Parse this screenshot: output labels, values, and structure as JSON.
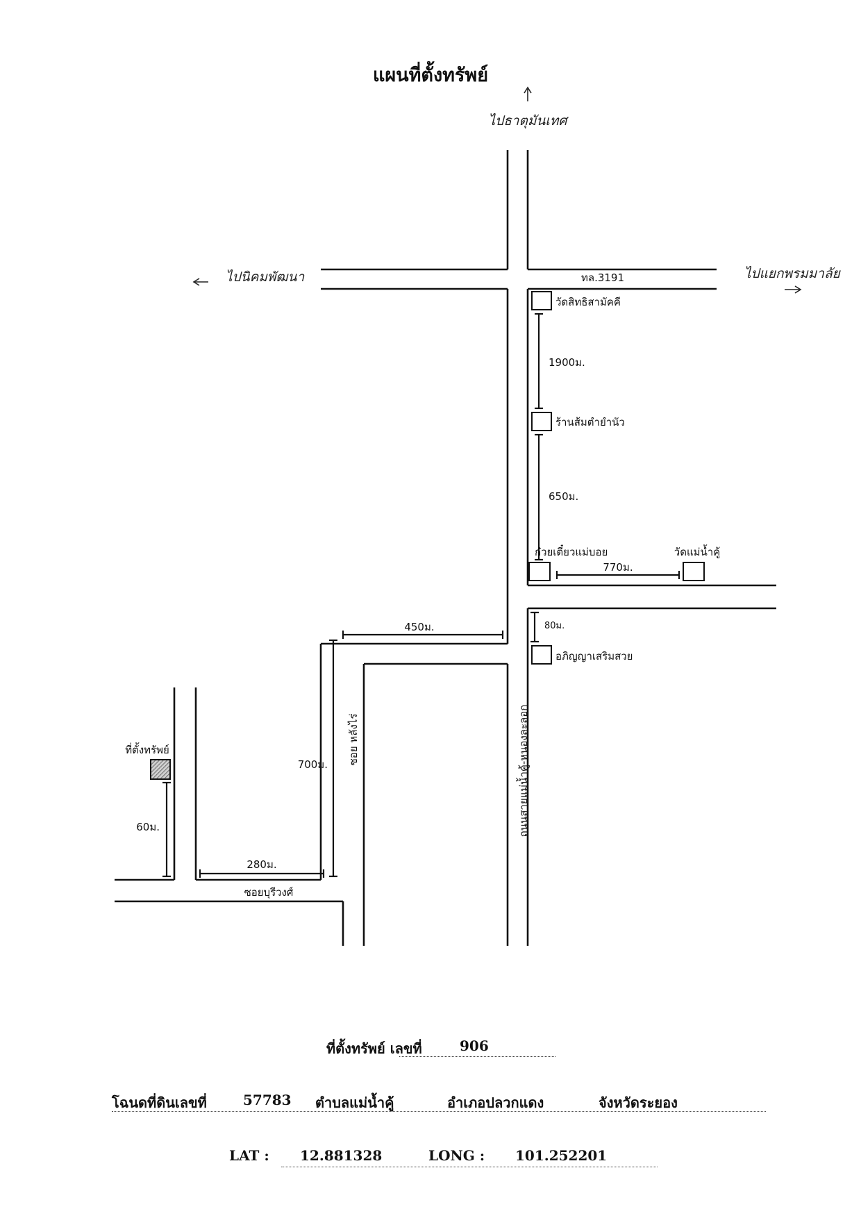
{
  "map": {
    "title": "แผนที่ตั้งทรัพย์",
    "direction_north": "ไปธาตุมันเทศ",
    "direction_west": "ไปนิคมพัฒนา",
    "direction_east": "ไปแยกพรมมาลัย",
    "road_3191": "ทล.3191",
    "road_main": "ถนนสายแม่น้ำคู้-หนองละลอก",
    "road_soi_langrai": "ซอย หลังไร่",
    "road_soi_buriwong": "ซอยบุรีวงศ์",
    "landmarks": {
      "wat_sitthi": "วัดสิทธิสามัคคี",
      "somtam_shop": "ร้านส้มตำยำนัว",
      "noodle_shop": "ก๋วยเตี๋ยวแม่บอย",
      "wat_maenamkhu": "วัดแม่น้ำคู้",
      "salon": "อภิญญาเสริมสวย",
      "property": "ที่ตั้งทรัพย์"
    },
    "distances": {
      "d1900": "1900ม.",
      "d650": "650ม.",
      "d770": "770ม.",
      "d80": "80ม.",
      "d450": "450ม.",
      "d700": "700ม.",
      "d280": "280ม.",
      "d60": "60ม."
    },
    "icons": {
      "north": "arrow-up-icon",
      "west": "arrow-left-icon",
      "east": "arrow-right-icon"
    }
  },
  "info": {
    "location_label": "ที่ตั้งทรัพย์ เลขที่",
    "house_no": "906",
    "deed_label": "โฉนดที่ดินเลขที่",
    "deed_no": "57783",
    "subdistrict": "ตำบลแม่น้ำคู้",
    "district": "อำเภอปลวกแดง",
    "province": "จังหวัดระยอง",
    "lat_label": "LAT :",
    "lat": "12.881328",
    "long_label": "LONG :",
    "long": "101.252201"
  }
}
